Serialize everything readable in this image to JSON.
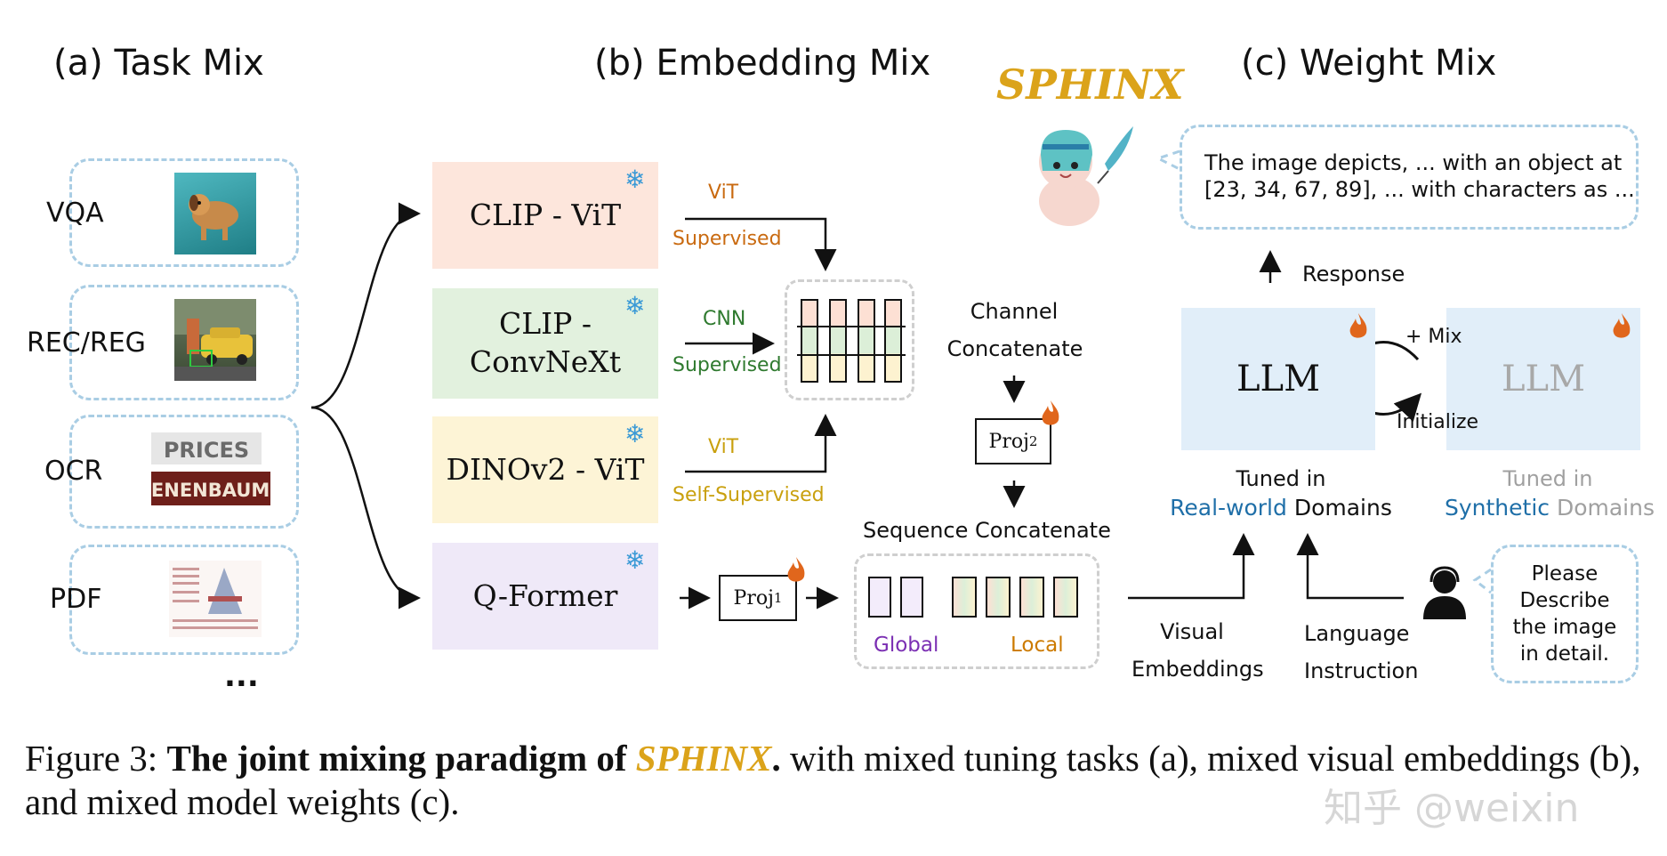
{
  "titles": {
    "task_mix": "(a) Task Mix",
    "embedding_mix": "(b) Embedding Mix",
    "weight_mix": "(c) Weight Mix",
    "sphinx": "SPHINX"
  },
  "tasks": [
    {
      "label": "VQA",
      "thumb": "dog-underwater"
    },
    {
      "label": "REC/REG",
      "thumb": "street-taxi"
    },
    {
      "label": "OCR",
      "thumb": "prices-text"
    },
    {
      "label": "PDF",
      "thumb": "document-page"
    }
  ],
  "tasks_more": "...",
  "encoders": [
    {
      "label": "CLIP - ViT",
      "color": "#fde6dc"
    },
    {
      "label": "CLIP -\nConvNeXt",
      "color": "#e2f1de"
    },
    {
      "label": "DINOv2 - ViT",
      "color": "#fdf4d6"
    },
    {
      "label": "Q-Former",
      "color": "#efe9f8"
    }
  ],
  "encoder_tags": [
    {
      "top": "ViT",
      "bottom": "Supervised",
      "color": "#c96a10"
    },
    {
      "top": "CNN",
      "bottom": "Supervised",
      "color": "#2f7a2f"
    },
    {
      "top": "ViT",
      "bottom": "Self-Supervised",
      "color": "#c9a00e"
    }
  ],
  "channel_concat": {
    "line1": "Channel",
    "line2": "Concatenate"
  },
  "proj2": {
    "base": "Proj",
    "sub": "2"
  },
  "proj1": {
    "base": "Proj",
    "sub": "1"
  },
  "sequence_concat": "Sequence Concatenate",
  "global_label": "Global",
  "local_label": "Local",
  "response_text": "The image depicts, ... with an object at\n[23, 34, 67, 89], ... with characters as ...",
  "response_label": "Response",
  "llm_left": "LLM",
  "llm_right": "LLM",
  "mix_label": "+ Mix",
  "initialize_label": "Initialize",
  "tuned_real": {
    "line1": "Tuned in",
    "colored": "Real-world",
    "rest": " Domains"
  },
  "tuned_syn": {
    "line1": "Tuned in",
    "colored": "Synthetic",
    "rest": " Domains"
  },
  "visual_embeddings": {
    "line1": "Visual",
    "line2": "Embeddings"
  },
  "language_instruction": {
    "line1": "Language",
    "line2": "Instruction"
  },
  "prompt_text": "Please\nDescribe\nthe image\nin detail.",
  "caption": {
    "prefix": "Figure 3:  ",
    "bold": "The joint mixing paradigm of ",
    "sphinx": "SPHINX",
    "bold_end": ".",
    "rest": " with mixed tuning tasks (a), mixed visual embeddings (b), and mixed model weights (c)."
  },
  "watermark": "知乎 @weixin",
  "colors": {
    "dash_blue": "#a9cde4",
    "sphinx_gold": "#dba31a",
    "llm_bg": "#e1eef9",
    "real_world_blue": "#1f6fa8",
    "global_purple": "#7b2fb3",
    "local_orange": "#cc7a00",
    "faded_gray": "#a0a0a0"
  }
}
